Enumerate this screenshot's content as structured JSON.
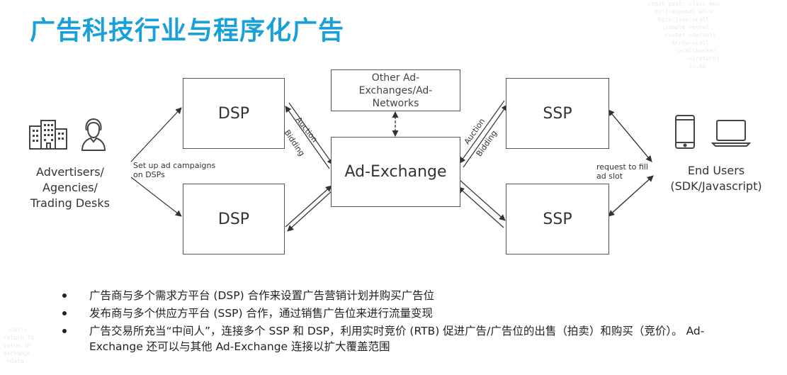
{
  "title": "广告科技行业与程序化广告",
  "diagram": {
    "dsp_top": "DSP",
    "dsp_bottom": "DSP",
    "ssp_top": "SSP",
    "ssp_bottom": "SSP",
    "ad_exchange": "Ad-Exchange",
    "other_exchanges": "Other Ad-\nExchanges/Ad-\nNetworks",
    "advertisers": "Advertisers/\nAgencies/\nTrading Desks",
    "end_users": "End Users\n(SDK/Javascript)",
    "setup_note": "Set up ad campaigns\non DSPs",
    "request_note": "request to fill\nad slot",
    "auction_left": "Auction",
    "bidding_left": "Bidding",
    "auction_right": "Auction",
    "bidding_right": "Bidding"
  },
  "icons": {
    "advertisers": [
      "building-icon",
      "person-icon"
    ],
    "end_users": [
      "phone-icon",
      "laptop-icon"
    ]
  },
  "bullets": [
    "广告商与多个需求方平台 (DSP) 合作来设置广告营销计划并购买广告位",
    "发布商与多个供应方平台 (SSP) 合作，通过销售广告位来进行流量变现",
    "广告交易所充当“中间人”，连接多个 SSP 和 DSP，利用实时竞价 (RTB) 促进广告/广告位的出售（拍卖）和购买（竞价）。 Ad-Exchange 还可以与其他 Ad-Exchange 连接以扩大覆盖范围"
  ]
}
